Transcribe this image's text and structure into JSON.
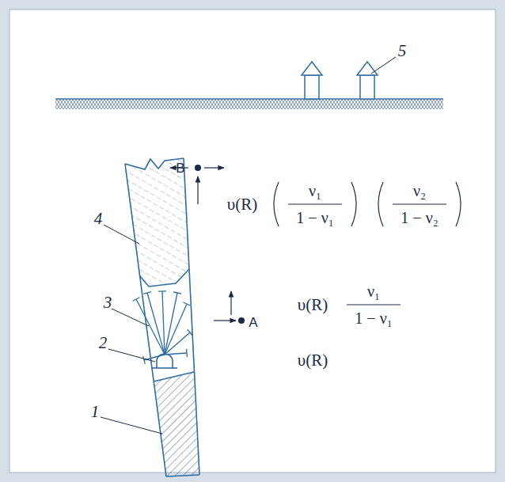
{
  "diagram": {
    "labels": [
      "5",
      "B",
      "υ(R)",
      "ν₁",
      "1 − ν₁",
      "ν₂",
      "1 − ν₂",
      "4",
      "A",
      "υ(R)",
      "ν₁",
      "1 − ν₁",
      "3",
      "2",
      "υ(R)",
      "1"
    ]
  }
}
